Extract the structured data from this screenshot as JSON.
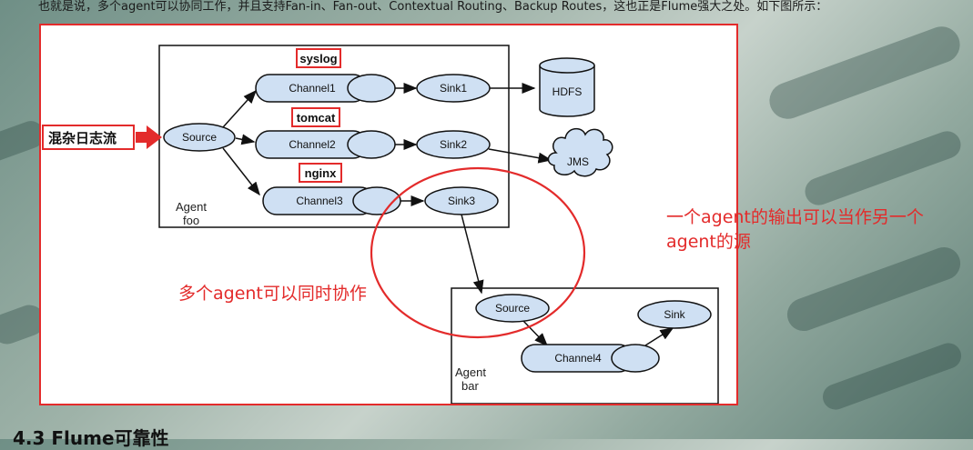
{
  "intro_text": "也就是说，多个agent可以协同工作，并且支持Fan-in、Fan-out、Contextual Routing、Backup Routes，这也正是Flume强大之处。如下图所示：",
  "diagram": {
    "input_label": "混杂日志流",
    "source_label": "Source",
    "channels": [
      "Channel1",
      "Channel2",
      "Channel3"
    ],
    "tags": [
      "syslog",
      "tomcat",
      "nginx"
    ],
    "sinks": [
      "Sink1",
      "Sink2",
      "Sink3"
    ],
    "destinations": [
      "HDFS",
      "JMS"
    ],
    "agent_foo_label_1": "Agent",
    "agent_foo_label_2": "foo",
    "bar_source_label": "Source",
    "bar_channel_label": "Channel4",
    "bar_sink_label": "Sink",
    "agent_bar_label_1": "Agent",
    "agent_bar_label_2": "bar"
  },
  "annotations": {
    "chain_line_1": "一个agent的输出可以当作另一个",
    "chain_line_2": "agent的源",
    "collab": "多个agent可以同时协作"
  },
  "section_heading": "4.3   Flume可靠性",
  "colors": {
    "accent_red": "#e32b2b",
    "node_fill": "#cfe0f3",
    "node_stroke": "#1a1a1a"
  }
}
